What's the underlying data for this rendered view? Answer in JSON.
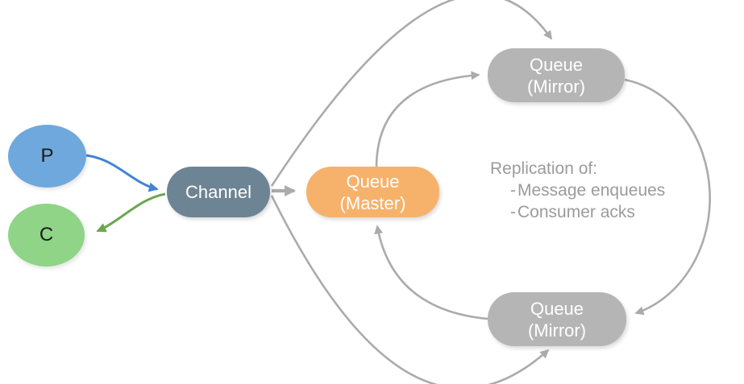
{
  "diagram": {
    "nodes": {
      "producer": {
        "label": "P"
      },
      "consumer": {
        "label": "C"
      },
      "channel": {
        "label": "Channel"
      },
      "queue_master": {
        "line1": "Queue",
        "line2": "(Master)"
      },
      "queue_mirror_top": {
        "line1": "Queue",
        "line2": "(Mirror)"
      },
      "queue_mirror_bottom": {
        "line1": "Queue",
        "line2": "(Mirror)"
      }
    },
    "annotation": {
      "title": "Replication of:",
      "bullet": "-",
      "items": {
        "0": "Message enqueues",
        "1": "Consumer acks"
      }
    },
    "edges": [
      {
        "from": "producer",
        "to": "channel",
        "color": "blue"
      },
      {
        "from": "channel",
        "to": "consumer",
        "color": "green"
      },
      {
        "from": "channel",
        "to": "queue_master",
        "color": "gray"
      },
      {
        "from": "channel",
        "to": "queue_mirror_top",
        "color": "gray"
      },
      {
        "from": "channel",
        "to": "queue_mirror_bottom",
        "color": "gray"
      },
      {
        "from": "queue_master",
        "to": "queue_mirror_top",
        "color": "gray"
      },
      {
        "from": "queue_mirror_top",
        "to": "queue_mirror_bottom",
        "color": "gray"
      },
      {
        "from": "queue_mirror_bottom",
        "to": "queue_master",
        "color": "gray"
      }
    ],
    "colors": {
      "producer_fill": "#6fa8dc",
      "consumer_fill": "#8fd487",
      "channel_fill": "#6d8494",
      "master_fill": "#f6b26b",
      "mirror_fill": "#b5b5b5",
      "arrow_gray": "#ababab",
      "arrow_blue": "#4383d8",
      "arrow_green": "#6aa84f",
      "text_gray": "#9b9b9b"
    }
  }
}
